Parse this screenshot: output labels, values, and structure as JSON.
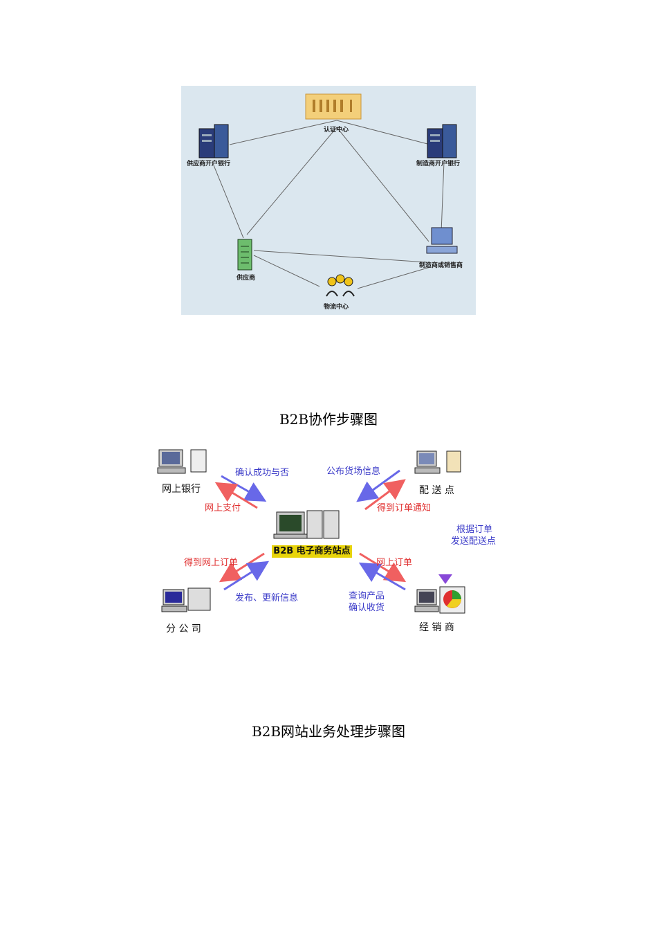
{
  "figure1": {
    "nodes": {
      "cert": "认证中心",
      "supplier_bank": "供应商开户银行",
      "maker_bank": "制造商开户银行",
      "supplier": "供应商",
      "maker": "制造商或销售商",
      "logistics": "物流中心"
    }
  },
  "caption1": "B2B协作步骤图",
  "figure2": {
    "nodes": {
      "bank": "网上银行",
      "delivery": "配 送 点",
      "branch": "分 公 司",
      "dealer": "经 销 商",
      "center": "B2B 电子商务站点"
    },
    "labels": {
      "confirm": "确认成功与否",
      "pay": "网上支付",
      "publish_goods": "公布货场信息",
      "order_notice": "得到订单通知",
      "by_order_1": "根据订单",
      "by_order_2": "发送配送点",
      "get_order": "得到网上订单",
      "release": "发布、更新信息",
      "online_order": "网上订单",
      "query_1": "查询产品",
      "query_2": "确认收货"
    }
  },
  "caption2": "B2B网站业务处理步骤图"
}
